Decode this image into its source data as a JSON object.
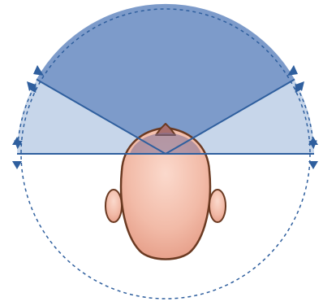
{
  "diagram": {
    "type": "field-of-view",
    "description_text": "",
    "colors": {
      "background": "#ffffff",
      "peripheral_field": "#c7d6ea",
      "central_field": "#7d9bca",
      "sight_lines": "#2f5f9e",
      "dashed_circle": "#2f5f9e",
      "skin_light": "#f6c8b8",
      "skin_dark": "#e7a08c",
      "hair": "#a86e6e",
      "outline": "#6b3a22"
    },
    "view_angles_deg": {
      "central_half_angle_from_horizontal": 30,
      "peripheral_extent": "horizontal"
    }
  }
}
